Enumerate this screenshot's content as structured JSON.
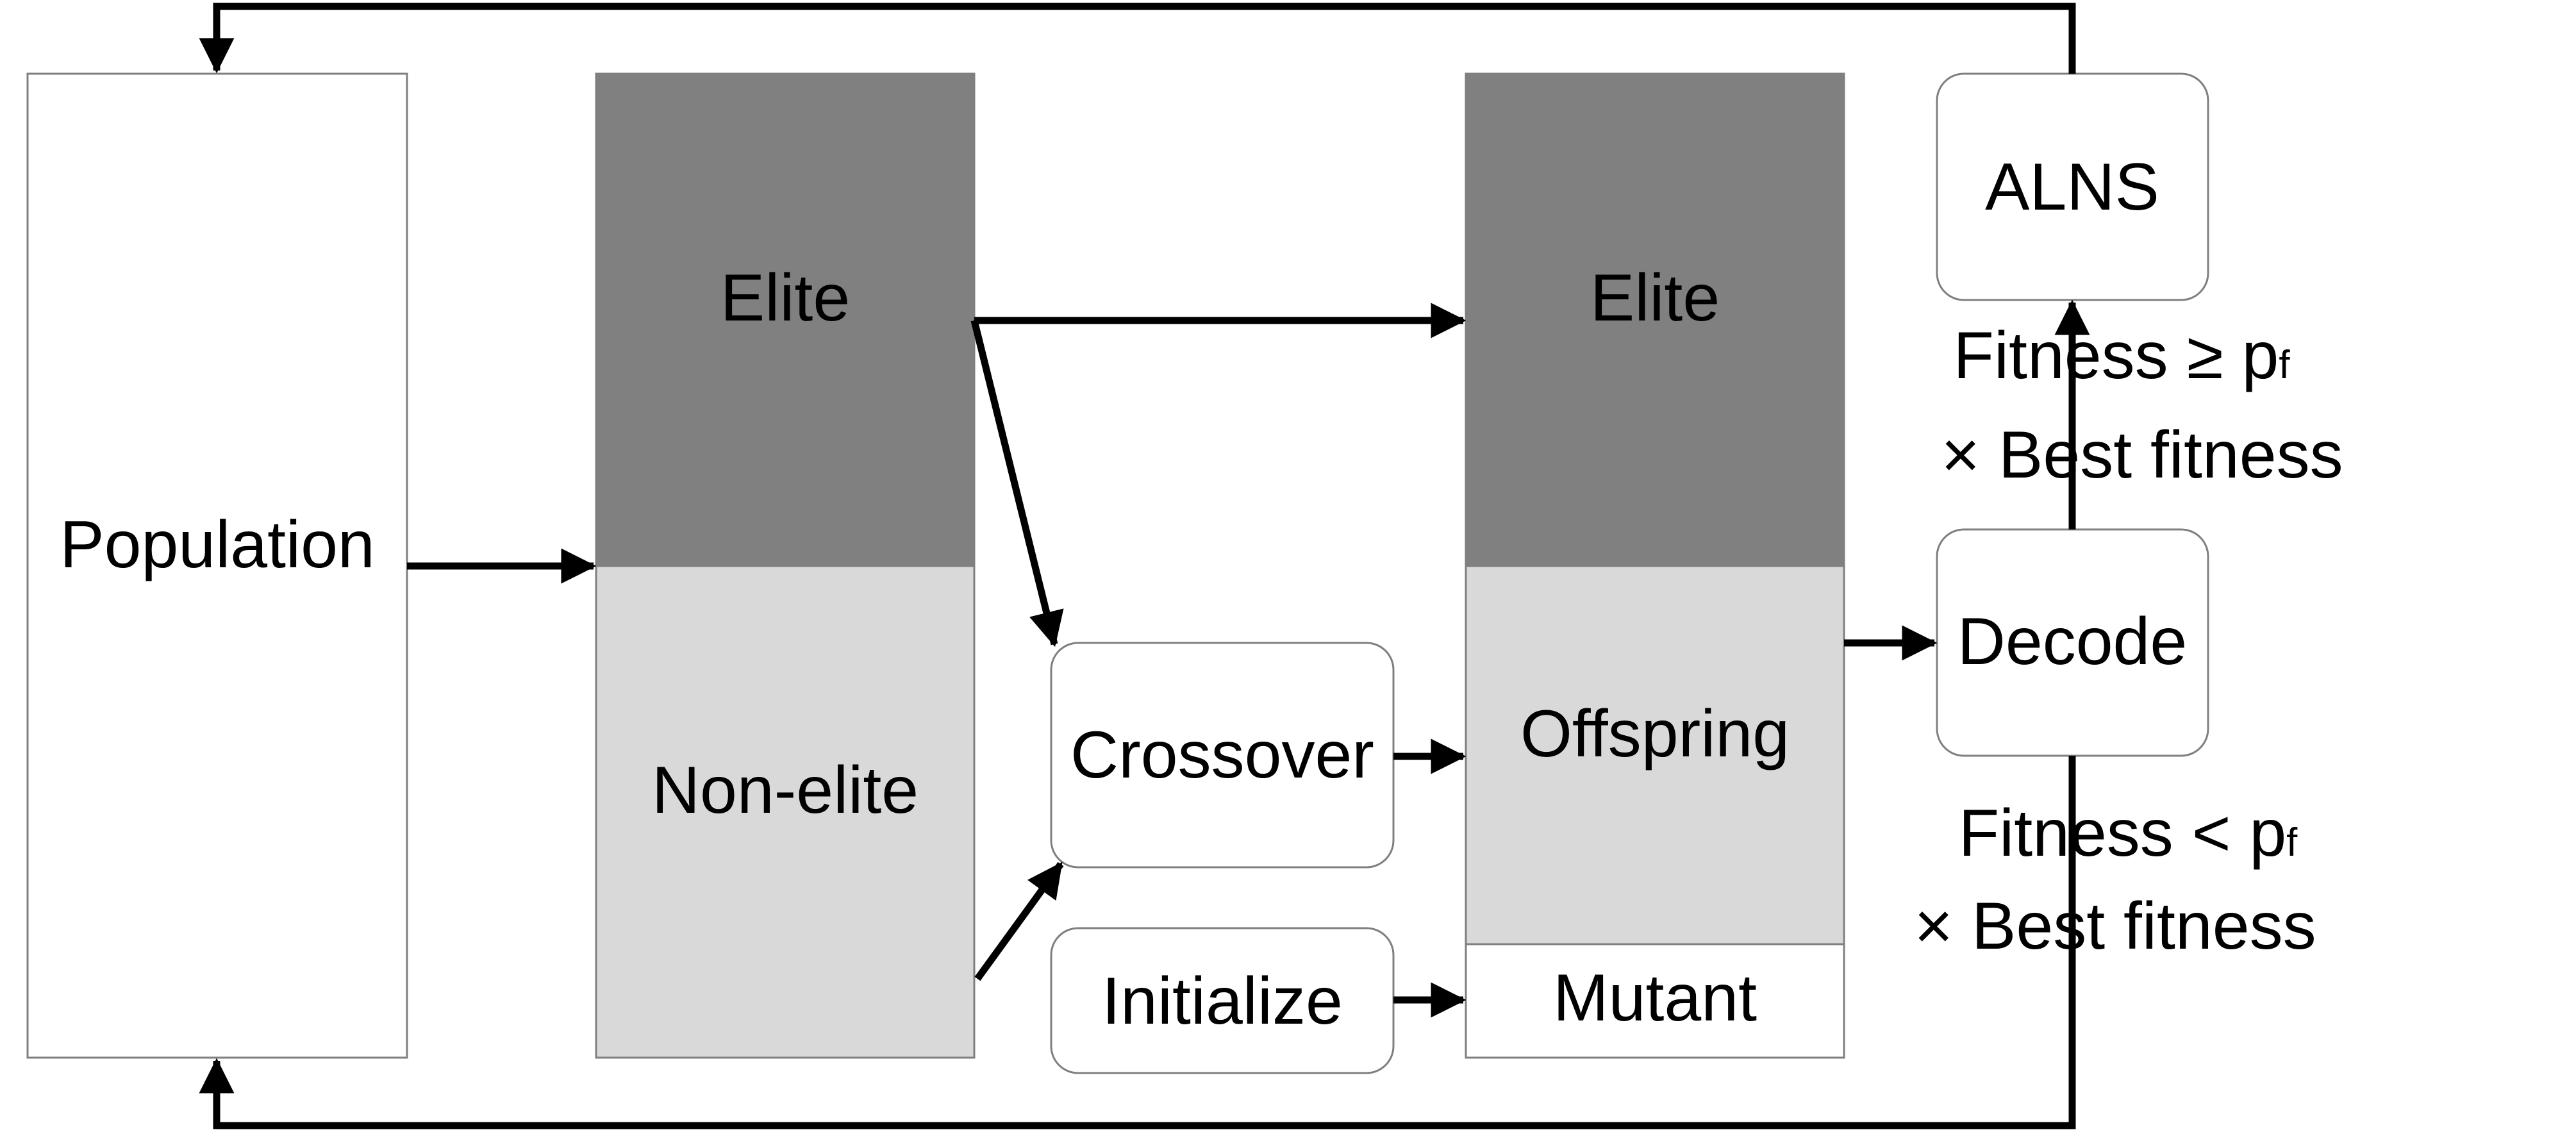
{
  "colors": {
    "elite": "#808080",
    "non_elite": "#d9d9d9",
    "offspring": "#d9d9d9",
    "mutant": "#ffffff",
    "box_border": "#7f7f7f",
    "arrow": "#000000",
    "background": "#ffffff"
  },
  "population": {
    "label": "Population"
  },
  "current": {
    "elite_label": "Elite",
    "non_elite_label": "Non-elite"
  },
  "next": {
    "elite_label": "Elite",
    "offspring_label": "Offspring",
    "mutant_label": "Mutant"
  },
  "operators": {
    "crossover_label": "Crossover",
    "initialize_label": "Initialize",
    "decode_label": "Decode",
    "alns_label": "ALNS"
  },
  "conditions": {
    "upper": {
      "line1": "Fitness ≥ p",
      "sub": "f",
      "line2": "× Best fitness"
    },
    "lower": {
      "line1": "Fitness < p",
      "sub": "f",
      "line2": "× Best fitness"
    }
  }
}
